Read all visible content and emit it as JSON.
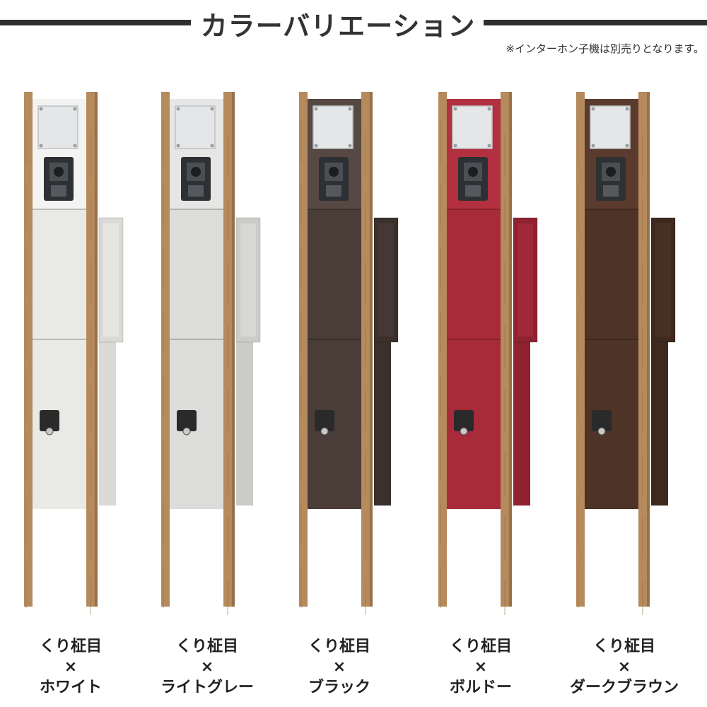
{
  "header": {
    "title": "カラーバリエーション",
    "note": "※インターホン子機は別売りとなります。"
  },
  "variants": [
    {
      "wood": "くり柾目",
      "times": "×",
      "color_name": "ホワイト",
      "panel_color": "#e9e9e6",
      "side_color": "#d9d9d6",
      "top_color": "#f3f3f1"
    },
    {
      "wood": "くり柾目",
      "times": "×",
      "color_name": "ライトグレー",
      "panel_color": "#dcdcda",
      "side_color": "#cbcbc8",
      "top_color": "#e6e6e4"
    },
    {
      "wood": "くり柾目",
      "times": "×",
      "color_name": "ブラック",
      "panel_color": "#4a3c37",
      "side_color": "#3b302c",
      "top_color": "#564842"
    },
    {
      "wood": "くり柾目",
      "times": "×",
      "color_name": "ボルドー",
      "panel_color": "#a82b3a",
      "side_color": "#8f2230",
      "top_color": "#b2303f"
    },
    {
      "wood": "くり柾目",
      "times": "×",
      "color_name": "ダークブラウン",
      "panel_color": "#4e3327",
      "side_color": "#3f291f",
      "top_color": "#5a3b2d"
    }
  ],
  "colors": {
    "wood": "#b58a5c",
    "wood_dark": "#96714a",
    "text": "#222222",
    "rule": "#2f2f2f"
  }
}
